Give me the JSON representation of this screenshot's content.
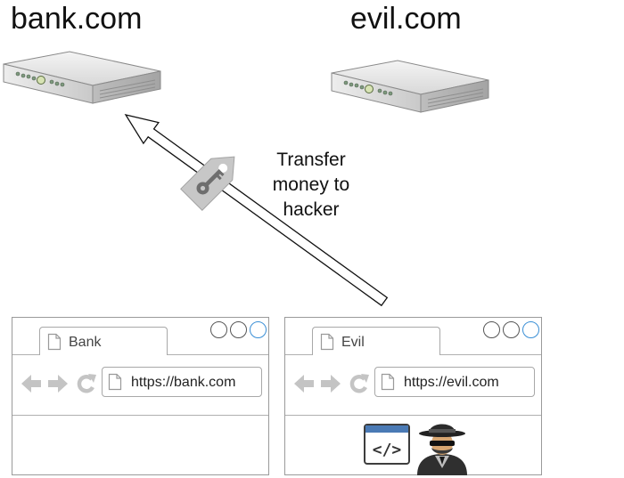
{
  "servers": {
    "bank": {
      "label": "bank.com"
    },
    "evil": {
      "label": "evil.com"
    }
  },
  "request": {
    "lines": [
      "Transfer",
      "money to",
      "hacker"
    ],
    "cookie_icon": "key-tag-icon"
  },
  "browsers": {
    "bank": {
      "tab_label": "Bank",
      "url": "https://bank.com"
    },
    "evil": {
      "tab_label": "Evil",
      "url": "https://evil.com",
      "content_icons": [
        "code-icon",
        "hacker-icon"
      ]
    }
  },
  "colors": {
    "window_button_active": "#3a8fd6",
    "nav_icons": "#c4c4c4"
  }
}
